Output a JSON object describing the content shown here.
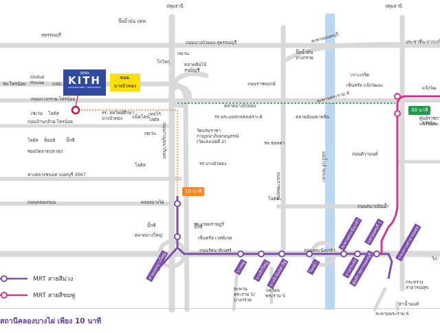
{
  "brand": {
    "top": "SENA",
    "name": "KITH",
    "sub": "RATTANATHIBET - NONTHABURI"
  },
  "callout": {
    "line1": "ซอย.",
    "line2": "บางบัวทอง"
  },
  "labels": {
    "pathum_left": "ปทุมธานี",
    "pathum_right": "ปทุมธานี",
    "suphan": "สุพรรณบุรี",
    "ptt_top": "ปั๊มน้ำมัน ปตท.",
    "road_bbt_suphan": "ถนนบางบัวทอง-สุพรรณบุรี",
    "tawaeng": "เซเว่น",
    "talad_tonmai": "ตลาดต้นไม้\nสนบัญชี",
    "globo": "โกวิสกุ",
    "ptt_mid": "ปั๊มน้ำมัน\nบางกรวย",
    "pracha_pakkred": "ประชาชื่น-ปากเกร็ด",
    "global_house": "Global\nHouse",
    "rp_sainoi": "รพ.ไทรน้อย",
    "familymart": "แฟม.",
    "road_bangkruay": "ถนนบางกรวย-ไทรน้อย",
    "seven2": "เซเว่น",
    "lotus1": "โลตัส",
    "road_banklui": "ถนนบ้านกล้วย-ไทรน้อย",
    "lotus2": "โลตัส",
    "topsmarket": "ท็อปส์",
    "big_c": "บิ๊กซี",
    "soi_watla": "ซอยวัดลาดปลาดุก",
    "kanchana": "ทางหลวงชนบท นนทบุรี 3067",
    "road_klongthanon": "ถนนคลองถนน",
    "school1": "รร. สหวิทย์ศึกษา\nบางบัวทอง",
    "tesco1": "แม็คโคร",
    "lotus3": "เทสโก้\nโลตัส",
    "seven3": "เซเว่น",
    "lotus4": "โลตัส",
    "road_kanchana": "ถนนกาญจนาภิเษก",
    "wat_bang": "วัดบรมราชา\nกาญจนาภิเษกอนุสรณ์\n(วัดเล่งเน่ยยี่ 2)",
    "school2": "รร.บางบัวทอง",
    "school3": "รร.พระแม่สกลสงเคราะห์",
    "talad_bbt": "ตลาดบางบัวทอง",
    "road_ratchapruek": "ถนนราชพฤกษ์",
    "talad_dee": "ตลาดอ้อมพาพลิน",
    "hospital_ch": "รพ.ชลลดา",
    "lotus5": "โลตัส",
    "road_ratchapruek2": "ถนนราชพฤกษ์",
    "chao_river": "แม่น้ำเจ้าพระยา",
    "bridge_nonthaburi": "สะพานนนทบุรี",
    "bridge_rama4": "สะพานพระราม 4",
    "kakret": "เกาะเกร็ด",
    "central_wat": "เซ็นทรัล แจ้งวัฒนะ",
    "chaeng_top": "แจ้งวัฒ",
    "chaeng2": "แจ้งวัฒ",
    "time_30": "30 นาที",
    "govt_center": "ศูนย์ราชการ\nแจ้งวัฒนะ",
    "time_10": "10 นาที",
    "station_klongbangphai": "คลองบางไผ่",
    "station_taladbangyai": "ตลาดบางใหญ่",
    "station_samyaek": "สามแยกบางใหญ่",
    "station_bangphlu": "บางพลู",
    "station_bangrakyai": "บางรักใหญ่",
    "station_bangrakno": "บางรักน้อยท่าอิฐ",
    "station_sainmayai": "ไทรม้า",
    "station_sapan": "สะพานพระนั่งเกล้า",
    "station_yaek": "แยกนนทบุรี 1",
    "station_bangkrasor": "บางกระสอ",
    "station_nonthaburi": "ศูนย์ราชการนนทบุรี",
    "station_ministry": "กระทรวงสาธารณสุข",
    "ktc_hospital": "รพ.เกษมราษฎร์",
    "big_c2": "บิ๊กซี",
    "central_west": "เซ็นทรัล เวสต์เกต",
    "big_c3": "บิ๊กซี",
    "road_rattanathibet": "ถนนรัตนาธิเบศร์",
    "road_sanambinnam": "ถนนสนามบินน้ำ",
    "road_tiwanon": "ถนนติวานนท์",
    "road_chaloem": "ถนนพระนั่งเกล้า",
    "ministry_bot": "กระทรวง\nสาธารณสุข",
    "pier": "ท่าน้ำนนท์",
    "bridge_rama5": "สะพาน\nพระราม 5/\nบางกรวย",
    "wongwien_rama5": "วงเวียน\nพระราม 5",
    "bridge_rama6": "สะพานพระราม 6",
    "wisakorn": "วิภ"
  },
  "legend": [
    {
      "label": "MRT สายสีม่วง",
      "color": "#7b4fa8"
    },
    {
      "label": "MRT สายสีชมพู",
      "color": "#d6338a"
    }
  ],
  "footer": "สถานีคลองบางไผ่ เพียง 10 นาที",
  "colors": {
    "road": "#d9d9d9",
    "purple": "#7b4fa8",
    "pink": "#d6338a",
    "green": "#1f9a4a",
    "river": "#bcd7f2",
    "orange": "#f08a2a",
    "brand": "#2f4aa0"
  }
}
